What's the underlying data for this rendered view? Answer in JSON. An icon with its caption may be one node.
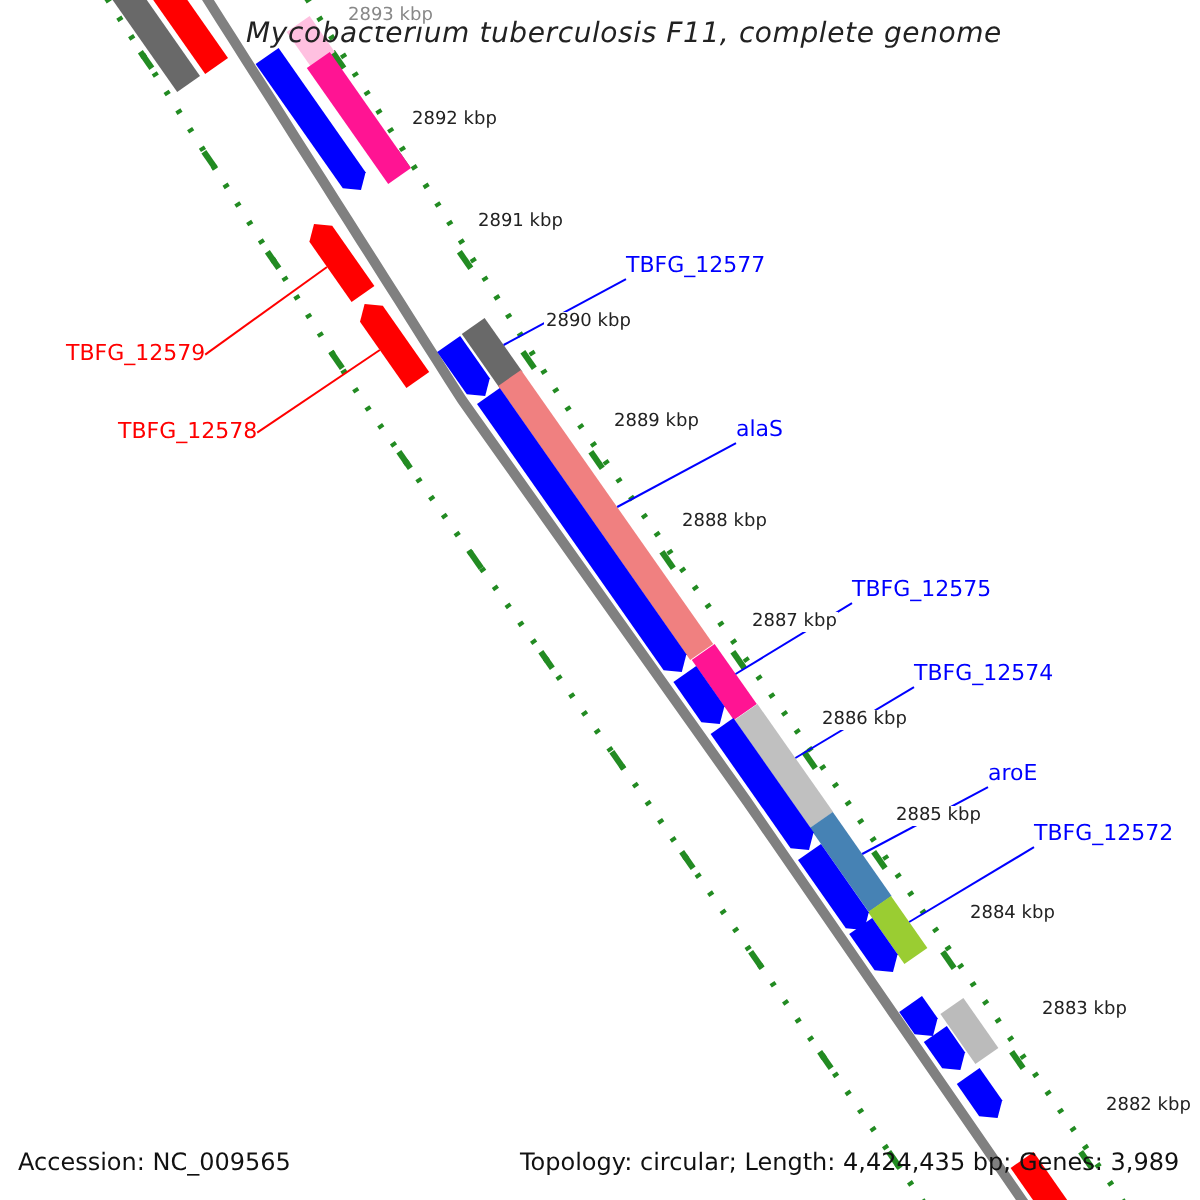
{
  "diagram": {
    "title": "Mycobacterium tuberculosis F11, complete genome",
    "nodes": [
      {
        "text": [
          "TBFG_12579"
        ]
      },
      {
        "text": [],
        "shape": "pentagon"
      },
      {
        "text": [
          "TBFG_12578"
        ]
      },
      {
        "text": [],
        "shape": "pentagon"
      },
      {
        "text": [
          "TBFG_12577"
        ]
      },
      {
        "text": [],
        "shape": "bar"
      },
      {
        "text": [
          "alaS"
        ]
      },
      {
        "text": [],
        "shape": "bar"
      },
      {
        "text": [
          "TBFG_12575"
        ]
      },
      {
        "text": [],
        "shape": "bar"
      },
      {
        "text": [
          "TBFG_12574"
        ]
      },
      {
        "text": [],
        "shape": "bar"
      },
      {
        "text": [
          "aroE"
        ]
      },
      {
        "text": [],
        "shape": "bar"
      },
      {
        "text": [
          "TBFG_12572"
        ]
      },
      {
        "text": [],
        "shape": "bar"
      },
      {
        "text": [],
        "shape": "bar"
      },
      {
        "text": [],
        "shape": "bar"
      },
      {
        "text": [],
        "shape": "pentagon"
      },
      {
        "text": [],
        "shape": "bar"
      },
      {
        "text": [],
        "shape": "bar"
      },
      {
        "text": [],
        "shape": "pentagon"
      },
      {
        "text": [],
        "shape": "pentagon"
      },
      {
        "text": [],
        "shape": "pentagon"
      },
      {
        "text": [],
        "shape": "pentagon"
      },
      {
        "text": [],
        "shape": "pentagon"
      },
      {
        "text": [],
        "shape": "pentagon"
      },
      {
        "text": [],
        "shape": "pentagon"
      },
      {
        "text": [],
        "shape": "pentagon"
      },
      {
        "text": [],
        "shape": "pentagon"
      },
      {
        "text": [],
        "shape": "bar"
      },
      {
        "text": [],
        "shape": "bar"
      }
    ],
    "edges": [
      {
        "from": 0,
        "to": 1,
        "arrow": "none",
        "color": "#ff0000"
      },
      {
        "from": 2,
        "to": 3,
        "arrow": "none",
        "color": "#ff0000"
      },
      {
        "from": 4,
        "to": 5,
        "arrow": "none"
      },
      {
        "from": 6,
        "to": 7,
        "arrow": "none"
      },
      {
        "from": 8,
        "to": 9,
        "arrow": "none"
      },
      {
        "from": 10,
        "to": 11,
        "arrow": "none"
      },
      {
        "from": 12,
        "to": 13,
        "arrow": "none"
      },
      {
        "from": 14,
        "to": 15,
        "arrow": "none"
      }
    ],
    "labels": [
      "2893 kbp",
      "2892 kbp",
      "2891 kbp",
      "2890 kbp",
      "2889 kbp",
      "2888 kbp",
      "2887 kbp",
      "2886 kbp",
      "2885 kbp",
      "2884 kbp",
      "2883 kbp",
      "2882 kbp",
      "Accession: NC_009565",
      "Topology: circular; Length: 4,424,435 bp; Genes: 3,989"
    ]
  }
}
